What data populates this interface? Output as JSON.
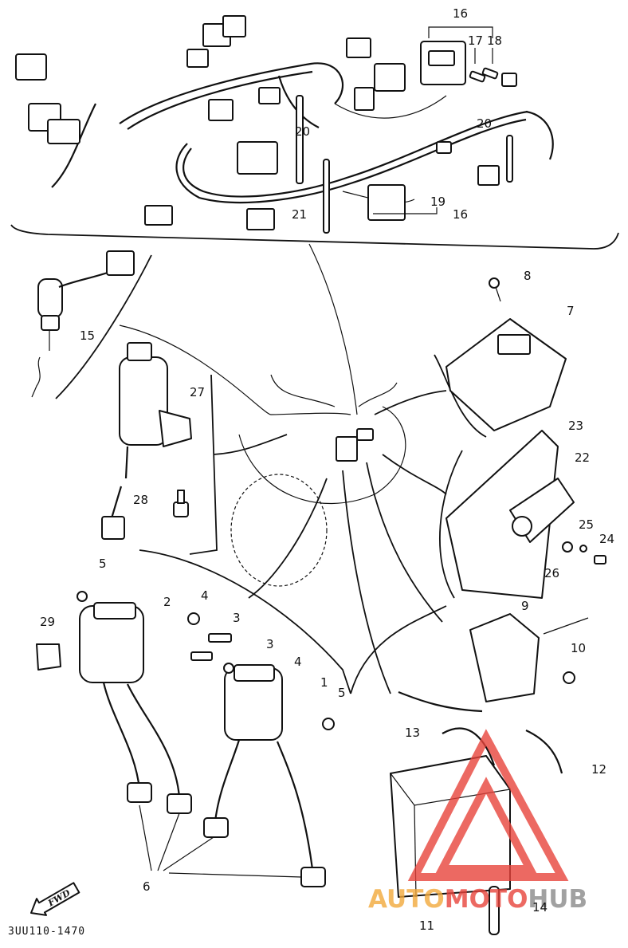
{
  "callouts": {
    "c1": "1",
    "c2": "2",
    "c3a": "3",
    "c3b": "3",
    "c4a": "4",
    "c4b": "4",
    "c5a": "5",
    "c5b": "5",
    "c6": "6",
    "c7": "7",
    "c8": "8",
    "c9": "9",
    "c10": "10",
    "c11": "11",
    "c12": "12",
    "c13": "13",
    "c14": "14",
    "c15": "15",
    "c16a": "16",
    "c16b": "16",
    "c17": "17",
    "c18": "18",
    "c19": "19",
    "c20a": "20",
    "c20b": "20",
    "c21": "21",
    "c22": "22",
    "c23": "23",
    "c24": "24",
    "c25": "25",
    "c26": "26",
    "c27": "27",
    "c28": "28",
    "c29": "29"
  },
  "drawing_code": "3UU110-1470",
  "fwd_label": "FWD",
  "watermark": {
    "part1": "AUTO",
    "part2": "MOTO",
    "part3": "HUB",
    "color_orange": "#f2a93b",
    "color_red": "#e8443c",
    "color_gray": "#8a8a8a"
  },
  "colors": {
    "ink": "#111111",
    "paper": "#ffffff"
  }
}
